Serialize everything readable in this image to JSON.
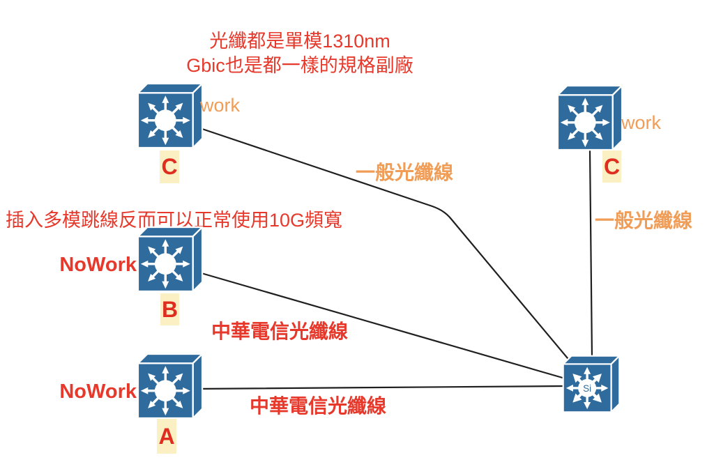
{
  "diagram": {
    "annotations": {
      "title_line1": "光纖都是單模1310nm",
      "title_line2": "Gbic也是都一樣的規格副廠",
      "mid_note": "插入多模跳線反而可以正常使用10G頻寬"
    },
    "nodes": {
      "c_left": {
        "type": "switch",
        "status": "work",
        "badge": "C"
      },
      "c_right": {
        "type": "switch",
        "status": "work",
        "badge": "C"
      },
      "b": {
        "type": "switch",
        "status": "NoWork",
        "badge": "B"
      },
      "a": {
        "type": "switch",
        "status": "NoWork",
        "badge": "A"
      },
      "core": {
        "type": "multilayer-switch",
        "label": "Si"
      }
    },
    "links": {
      "c_left_core": {
        "from": "C",
        "to": "Si",
        "label": "一般光纖線"
      },
      "c_right_core": {
        "from": "C",
        "to": "Si",
        "label": "一般光纖線"
      },
      "b_core": {
        "from": "B",
        "to": "Si",
        "label": "中華電信光纖線"
      },
      "a_core": {
        "from": "A",
        "to": "Si",
        "label": "中華電信光纖線"
      }
    },
    "colors": {
      "switch_blue": "#2f6b9c",
      "annotation_red": "#e6392c",
      "label_orange": "#f09d58",
      "badge_yellow": "#faf0c4",
      "line_black": "#1f1f1f"
    }
  }
}
